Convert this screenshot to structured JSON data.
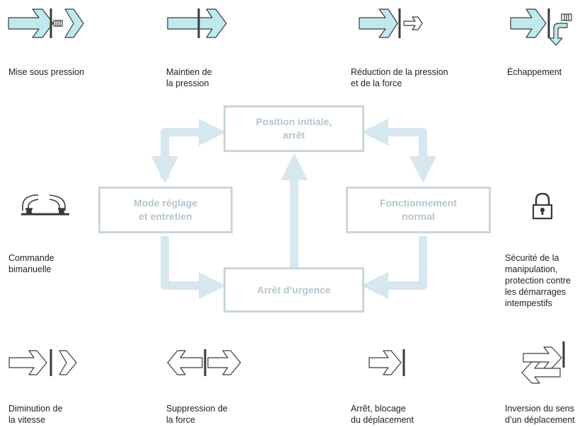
{
  "colors": {
    "flow_arrow": "#d6e7ef",
    "box_border": "#c9d6dd",
    "box_text": "#b4c5ce",
    "symbol_fill": "#bfe9ee",
    "symbol_stroke": "#3a3a3a",
    "caption_text": "#222222"
  },
  "center": {
    "initial": "Position initiale,\narrêt",
    "setup": "Mode réglage\net entretien",
    "normal": "Fonctionnement\nnormal",
    "emergency": "Arrêt d’urgence"
  },
  "symbols": {
    "pressurize": {
      "icon": "pressurize-icon",
      "label": "Mise sous pression"
    },
    "maintain": {
      "icon": "maintain-pressure-icon",
      "label": "Maintien de\nla pression"
    },
    "reduce": {
      "icon": "reduce-pressure-icon",
      "label": "Réduction de la pression\net de la force"
    },
    "exhaust": {
      "icon": "exhaust-icon",
      "label": "Échappement"
    },
    "twohand": {
      "icon": "two-hand-control-icon",
      "label": "Commande\nbimanuelle"
    },
    "safety": {
      "icon": "padlock-icon",
      "label": "Sécurité de la\nmanipulation,\nprotection contre\nles démarrages\nintempestifs"
    },
    "slow": {
      "icon": "speed-reduction-icon",
      "label": "Diminution de\nla vitesse"
    },
    "removeforce": {
      "icon": "force-removal-icon",
      "label": "Suppression de\nla force"
    },
    "stop": {
      "icon": "stop-block-icon",
      "label": "Arrêt, blocage\ndu déplacement"
    },
    "reverse": {
      "icon": "reverse-motion-icon",
      "label": "Inversion du sens\nd’un déplacement"
    }
  }
}
